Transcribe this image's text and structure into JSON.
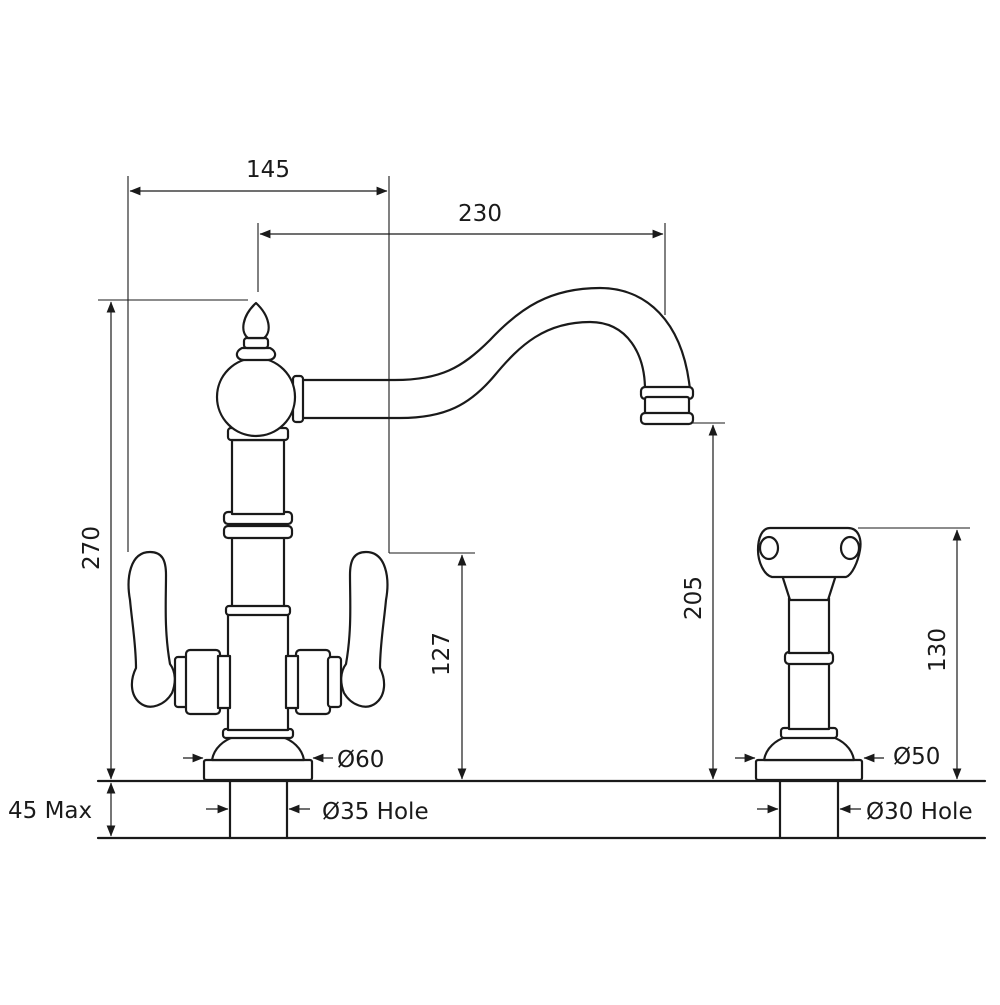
{
  "dimensions": {
    "handle_reach": "145",
    "spout_reach": "230",
    "overall_height": "270",
    "handle_height": "127",
    "spout_clearance": "205",
    "spray_height": "130",
    "base_diameter": "Ø60",
    "hole_diameter": "Ø35 Hole",
    "spray_base_diameter": "Ø50",
    "spray_hole_diameter": "Ø30 Hole",
    "deck_thickness": "45 Max"
  }
}
